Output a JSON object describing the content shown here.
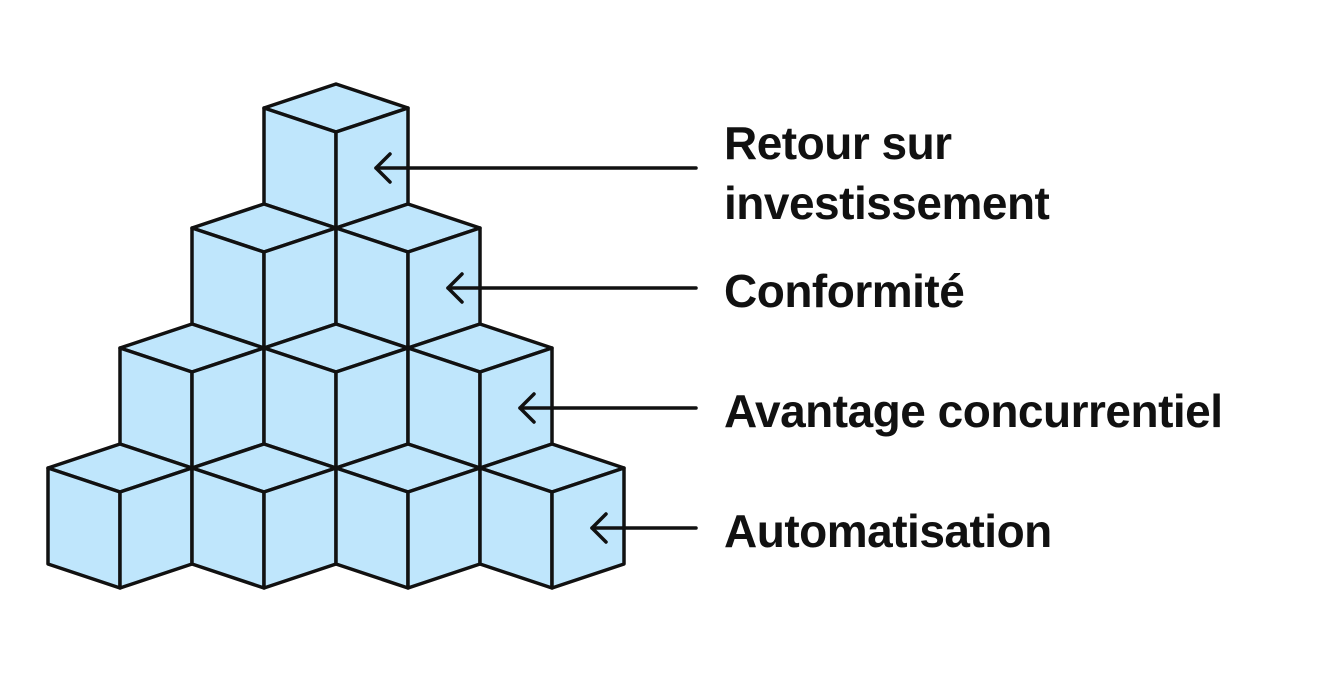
{
  "diagram": {
    "cubes_per_row_from_top": [
      1,
      2,
      3,
      4
    ],
    "cube_fill_color": "#bfe6fc",
    "outline_color": "#111111",
    "levels": [
      {
        "label": "Retour sur investissement",
        "line1": "Retour sur",
        "line2": "investissement"
      },
      {
        "label": "Conformité"
      },
      {
        "label": "Avantage concurrentiel"
      },
      {
        "label": "Automatisation"
      }
    ]
  }
}
